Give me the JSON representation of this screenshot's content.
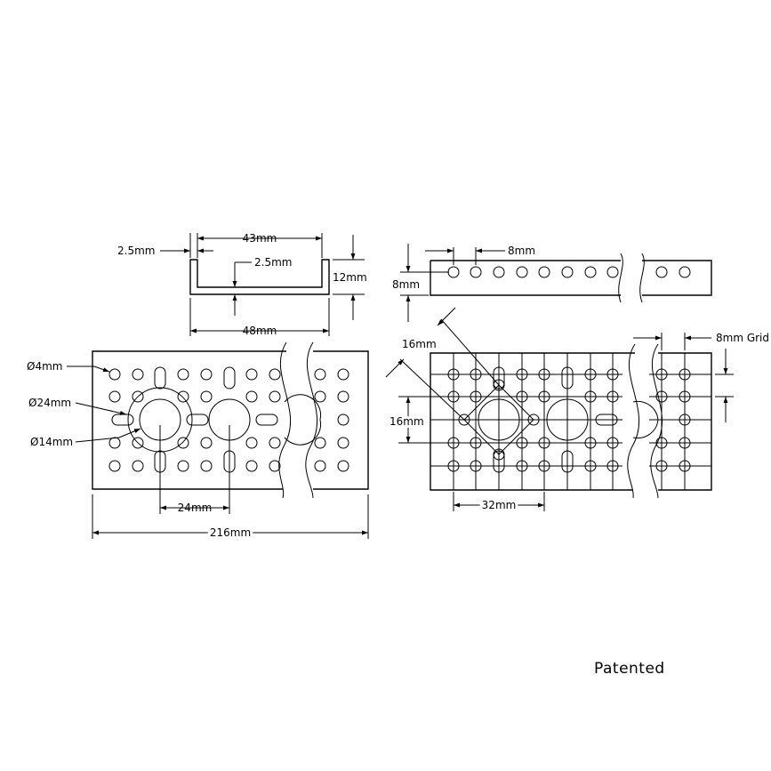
{
  "profile_view": {
    "wall_thickness": "2.5mm",
    "inner_width": "43mm",
    "base_thickness": "2.5mm",
    "height": "12mm",
    "outer_width": "48mm"
  },
  "side_view": {
    "hole_pitch": "8mm",
    "height": "8mm"
  },
  "front_view": {
    "small_hole_dia": "Ø4mm",
    "large_hole_dia": "Ø24mm",
    "bolt_circle_dia": "Ø14mm",
    "large_hole_spacing": "24mm",
    "overall_length": "216mm"
  },
  "grid_view": {
    "diagonal_spacing": "16mm",
    "vertical_spacing": "16mm",
    "horizontal_spacing": "32mm",
    "grid_label": "8mm Grid"
  },
  "footer": {
    "patent_text": "Patented"
  }
}
